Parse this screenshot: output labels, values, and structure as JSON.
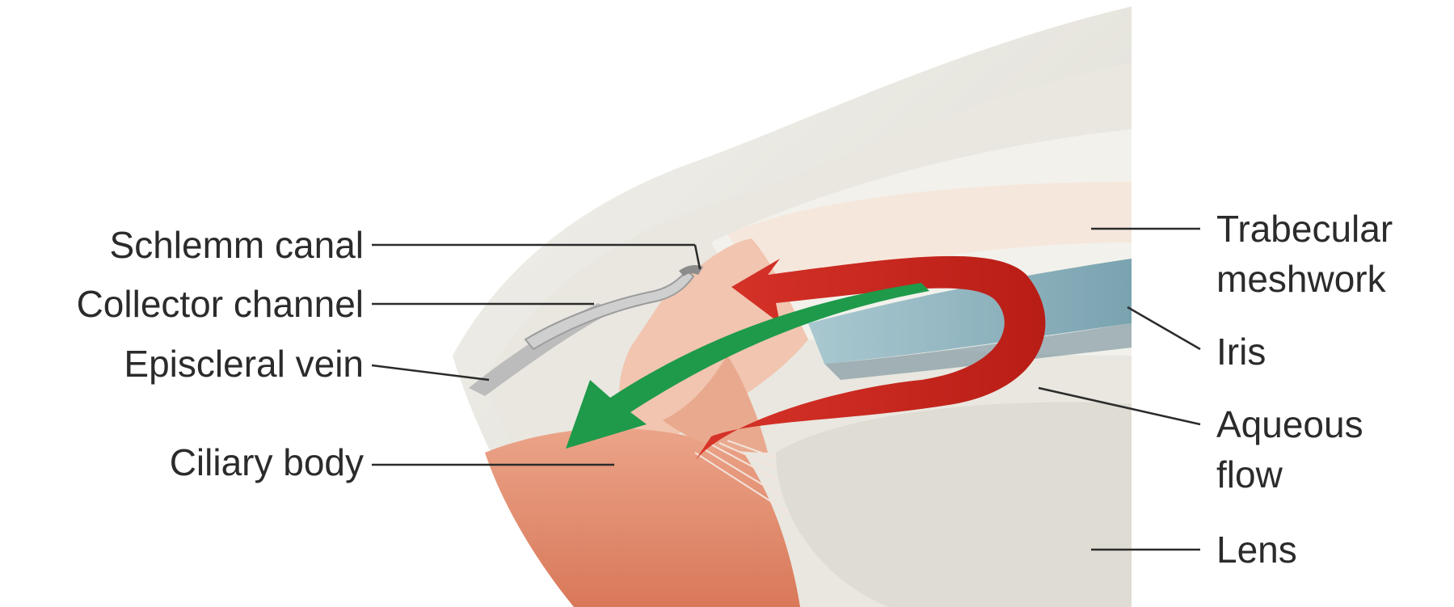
{
  "diagram": {
    "labels": {
      "schlemm_canal": "Schlemm canal",
      "collector_channel": "Collector channel",
      "episcleral_vein": "Episcleral vein",
      "ciliary_body": "Ciliary body",
      "trabecular_meshwork_line1": "Trabecular",
      "trabecular_meshwork_line2": "meshwork",
      "iris": "Iris",
      "aqueous_flow_line1": "Aqueous",
      "aqueous_flow_line2": "flow",
      "lens": "Lens"
    },
    "colors": {
      "sclera": "#e2e0d7",
      "cornea_inner": "#ebe9e2",
      "anterior_chamber": "#f1f0ea",
      "lens": "#dfddd4",
      "ciliary_body": "#e08a6d",
      "ciliary_light": "#f0c1aa",
      "trabecular": "#f3d2c0",
      "iris": "#8fb4bf",
      "red_arrow": "#c8251c",
      "green_arrow": "#1e9a4a",
      "vein": "#b9b9b9",
      "leader_line": "#2b2b2b"
    }
  }
}
